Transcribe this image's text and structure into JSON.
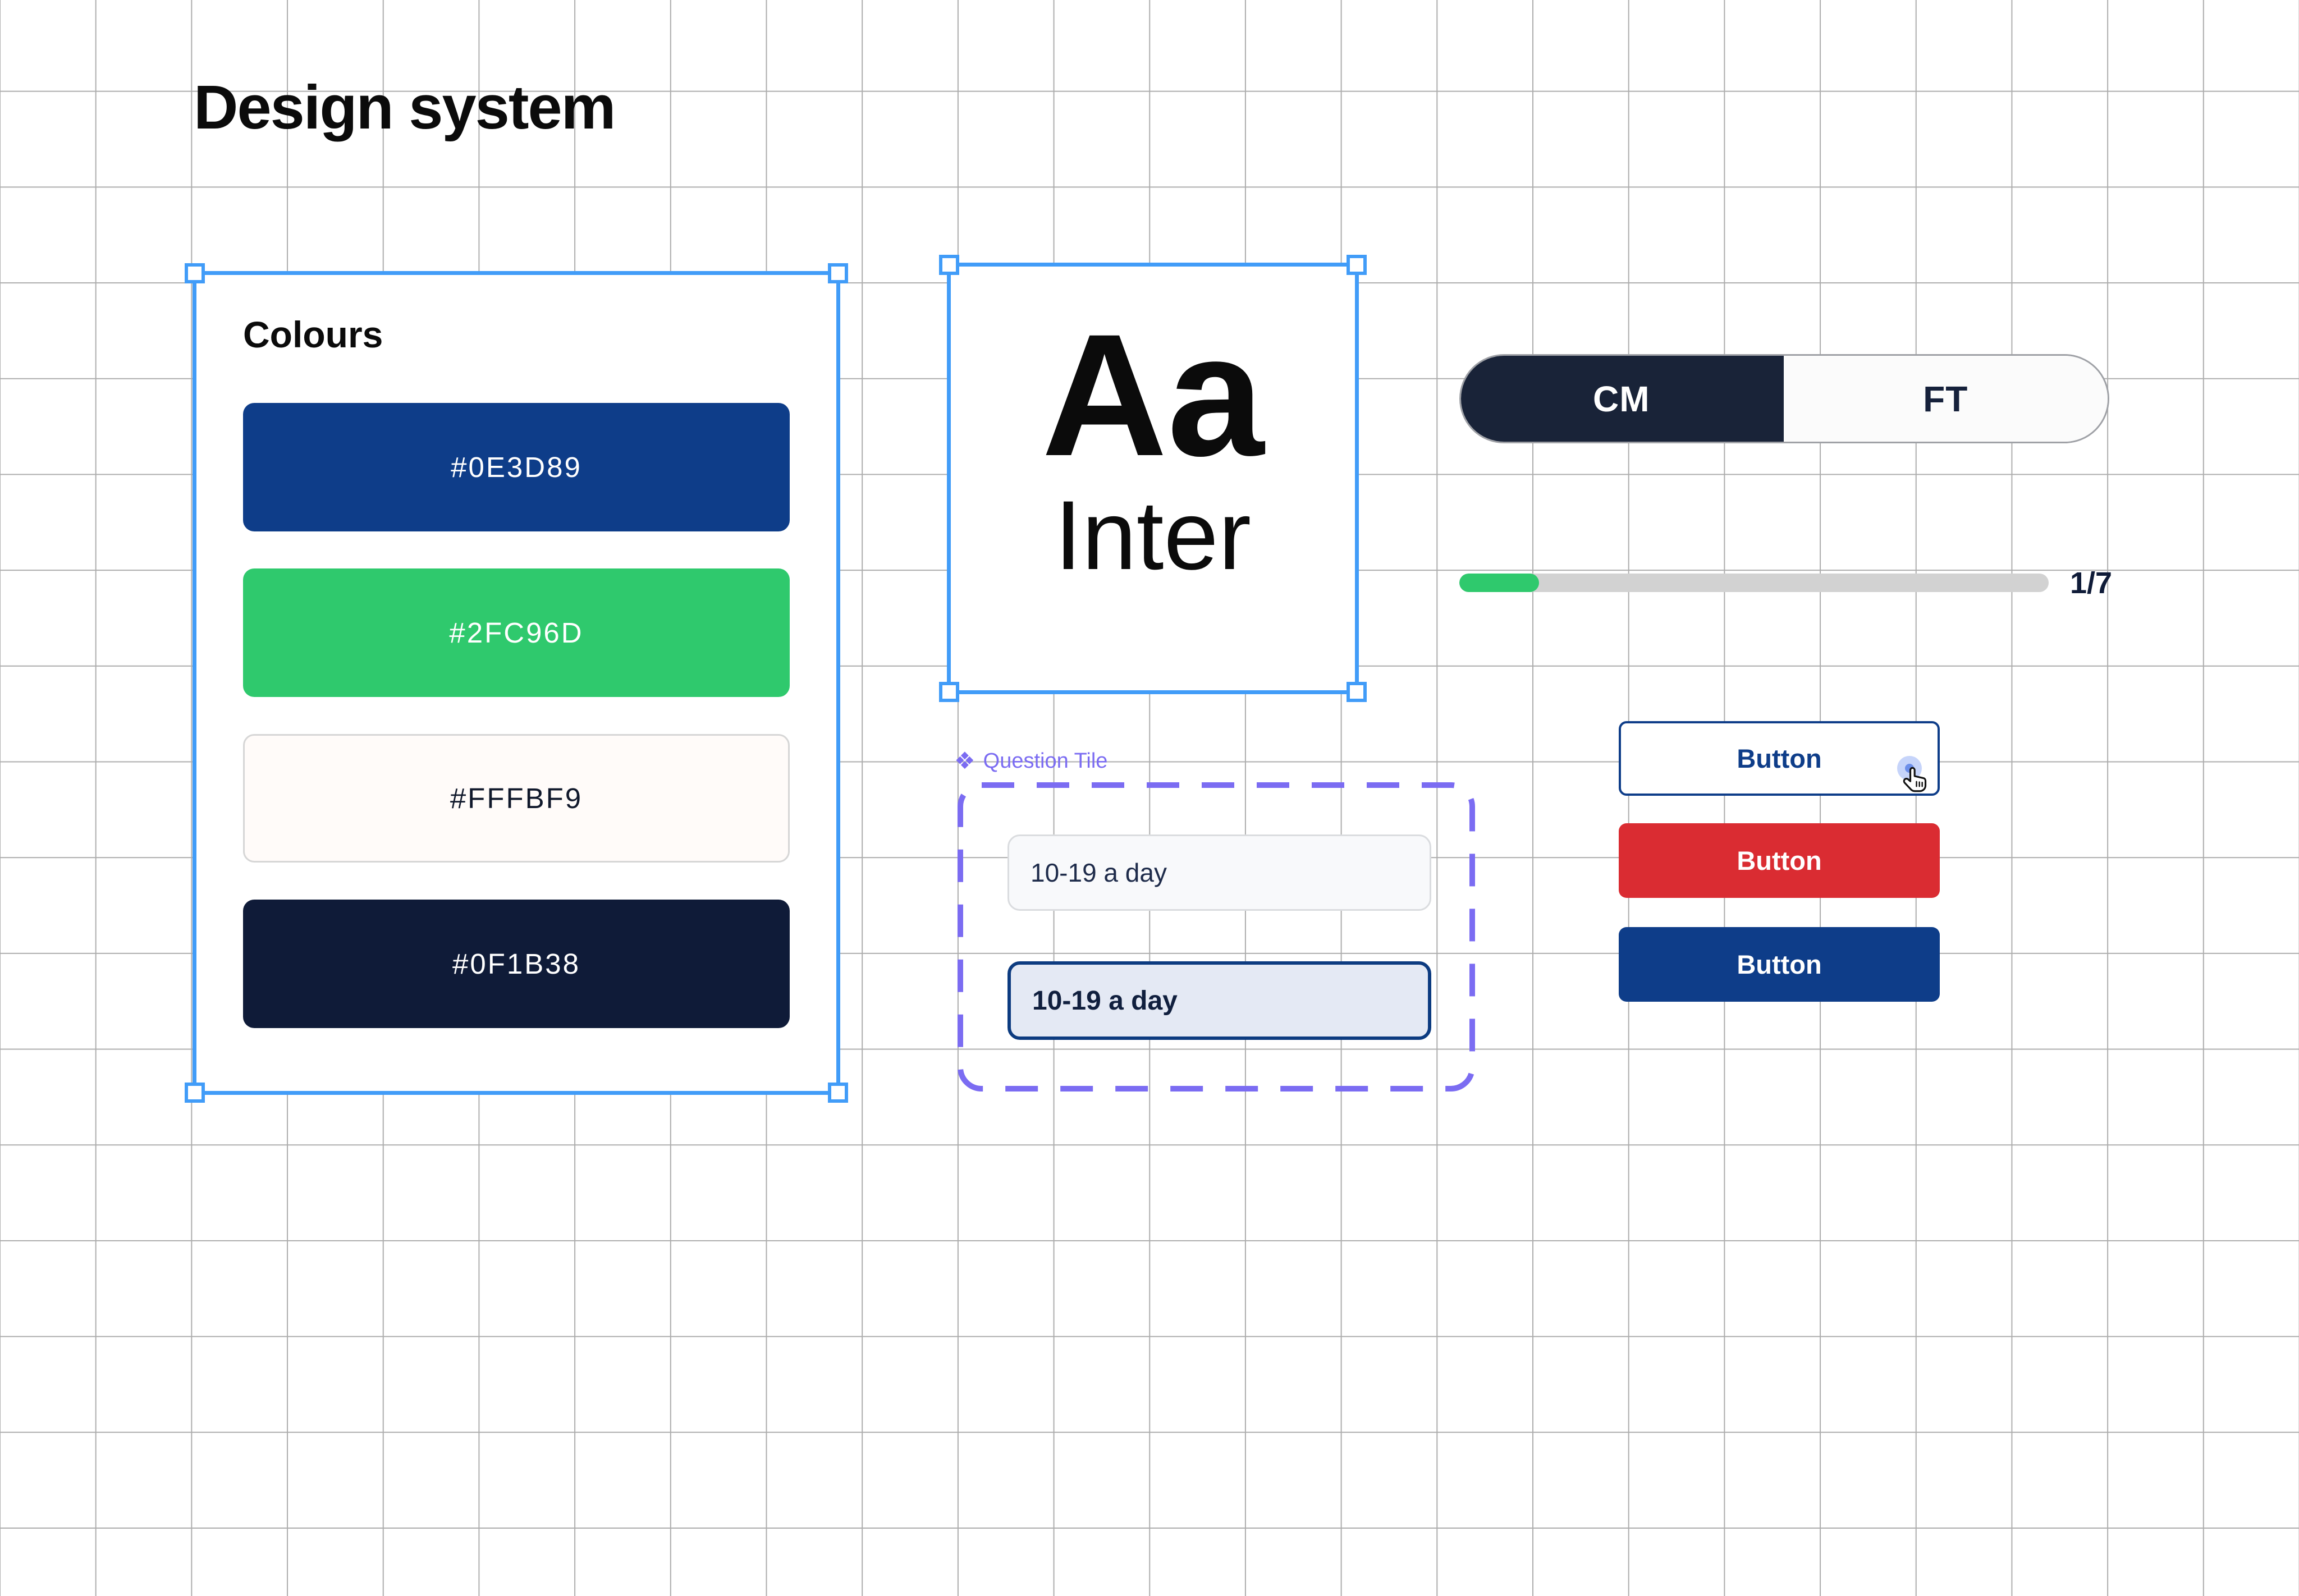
{
  "canvas": {
    "title": "Design system"
  },
  "colours_panel": {
    "heading": "Colours",
    "swatches": [
      {
        "label": "#0E3D89",
        "color": "#0E3D89",
        "text_color": "#ffffff"
      },
      {
        "label": "#2FC96D",
        "color": "#2FC96D",
        "text_color": "#ffffff"
      },
      {
        "label": "#FFFBF9",
        "color": "#FFFBF9",
        "text_color": "#10182b"
      },
      {
        "label": "#0F1B38",
        "color": "#0F1B38",
        "text_color": "#ffffff"
      }
    ]
  },
  "typography": {
    "specimen": "Aa",
    "font_name": "Inter"
  },
  "unit_toggle": {
    "cm_label": "CM",
    "ft_label": "FT",
    "selected": "CM",
    "selected_bg": "#192338",
    "selected_text": "#ffffff",
    "unselected_bg": "#fbfbfb",
    "unselected_text": "#16213b"
  },
  "progress": {
    "label": "1/7",
    "value": 1,
    "total": 7,
    "fill_color": "#2FC96D",
    "track_color": "#d2d2d2"
  },
  "question_tile": {
    "component_icon": "❖",
    "component_label": "Question Tile",
    "accent": "#7b6cf2",
    "option_default": {
      "label": "10-19 a day",
      "bg": "#f8f9fb",
      "text_color": "#1e2b4a"
    },
    "option_selected": {
      "label": "10-19 a day",
      "bg": "#e4e9f4",
      "border_color": "#0c3b80",
      "text_color": "#101f3e"
    }
  },
  "buttons": {
    "outline": {
      "label": "Button",
      "color": "#0e3d89"
    },
    "danger": {
      "label": "Button",
      "color": "#da2c32",
      "text_color": "#ffffff"
    },
    "primary": {
      "label": "Button",
      "color": "#0e3d89",
      "text_color": "#ffffff"
    }
  }
}
